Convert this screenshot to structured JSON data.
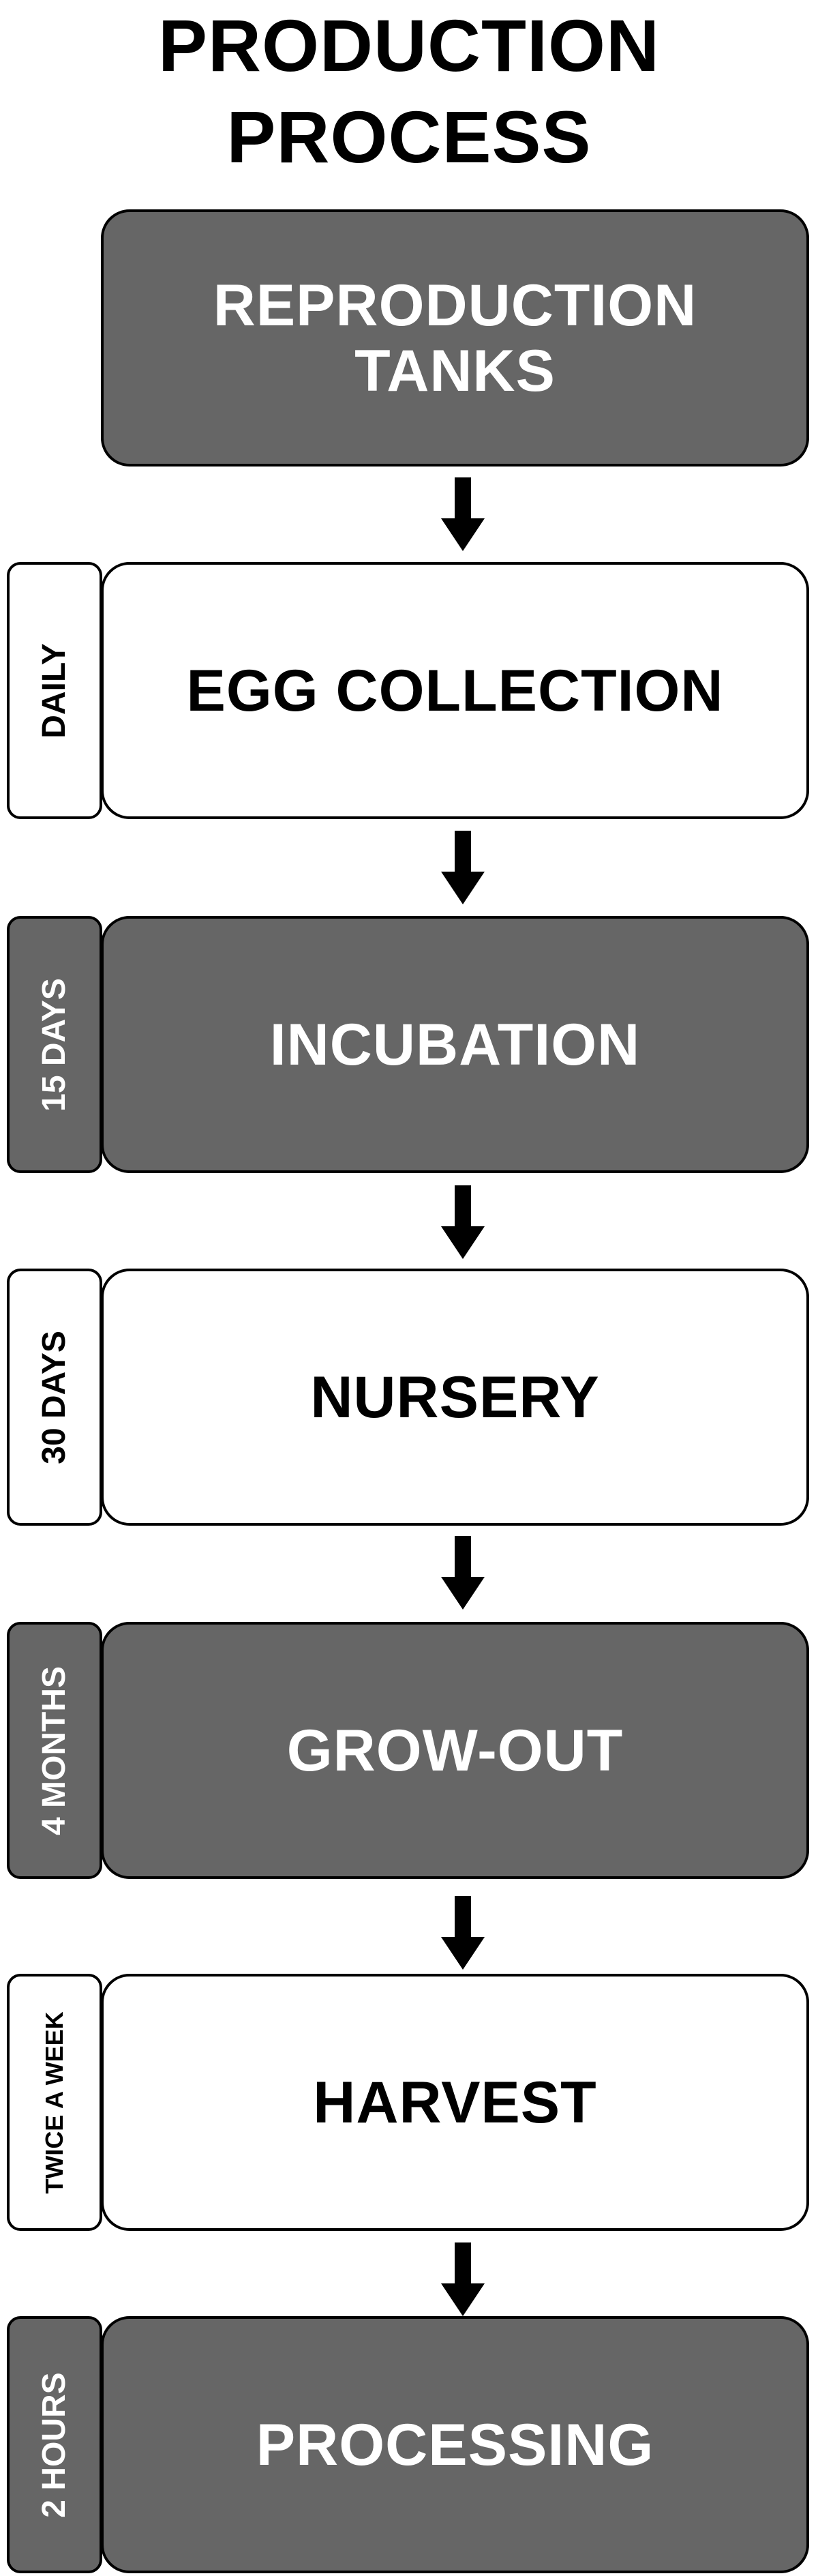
{
  "title": {
    "line1": "PRODUCTION",
    "line2": "PROCESS"
  },
  "stages": [
    {
      "label": "REPRODUCTION\nTANKS",
      "duration": "",
      "style": "dark"
    },
    {
      "label": "EGG COLLECTION",
      "duration": "DAILY",
      "style": "light"
    },
    {
      "label": "INCUBATION",
      "duration": "15 DAYS",
      "style": "dark"
    },
    {
      "label": "NURSERY",
      "duration": "30 DAYS",
      "style": "light"
    },
    {
      "label": "GROW-OUT",
      "duration": "4 MONTHS",
      "style": "dark"
    },
    {
      "label": "HARVEST",
      "duration": "TWICE A WEEK",
      "style": "light"
    },
    {
      "label": "PROCESSING",
      "duration": "2 HOURS",
      "style": "dark"
    }
  ],
  "colors": {
    "dark_fill": "#666666",
    "light_fill": "#ffffff",
    "outline": "#000000",
    "arrow": "#000000"
  },
  "icons": {
    "connector": "down-arrow-icon"
  }
}
